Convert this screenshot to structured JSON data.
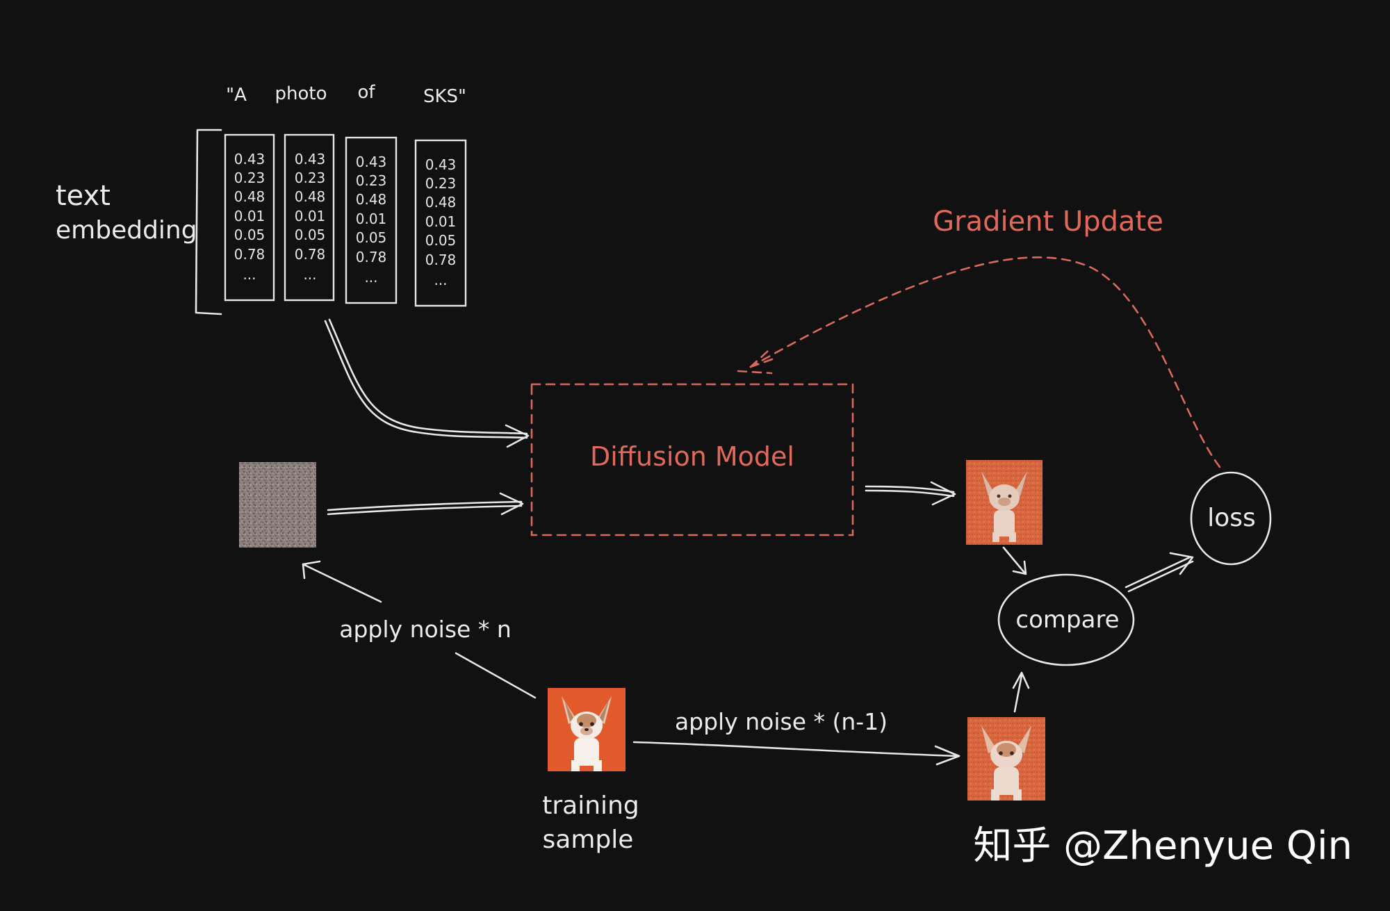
{
  "tokens": [
    "\"A",
    "photo",
    "of",
    "SKS\""
  ],
  "embedding_label": [
    "text",
    "embedding"
  ],
  "embedding_columns": [
    [
      "0.43",
      "0.23",
      "0.48",
      "0.01",
      "0.05",
      "0.78",
      "..."
    ],
    [
      "0.43",
      "0.23",
      "0.48",
      "0.01",
      "0.05",
      "0.78",
      "..."
    ],
    [
      "0.43",
      "0.23",
      "0.48",
      "0.01",
      "0.05",
      "0.78",
      "..."
    ],
    [
      "0.43",
      "0.23",
      "0.48",
      "0.01",
      "0.05",
      "0.78",
      "..."
    ]
  ],
  "gradient_update": "Gradient Update",
  "diffusion_model": "Diffusion Model",
  "loss": "loss",
  "compare": "compare",
  "apply_noise_n": "apply noise * n",
  "apply_noise_n1": "apply noise * (n-1)",
  "training_sample": [
    "training",
    "sample"
  ],
  "watermark": "知乎 @Zhenyue Qin",
  "colors": {
    "background": "#111111",
    "accent": "#e2685a",
    "line": "#e8e8e8",
    "dog_background": "#e25a2c"
  }
}
